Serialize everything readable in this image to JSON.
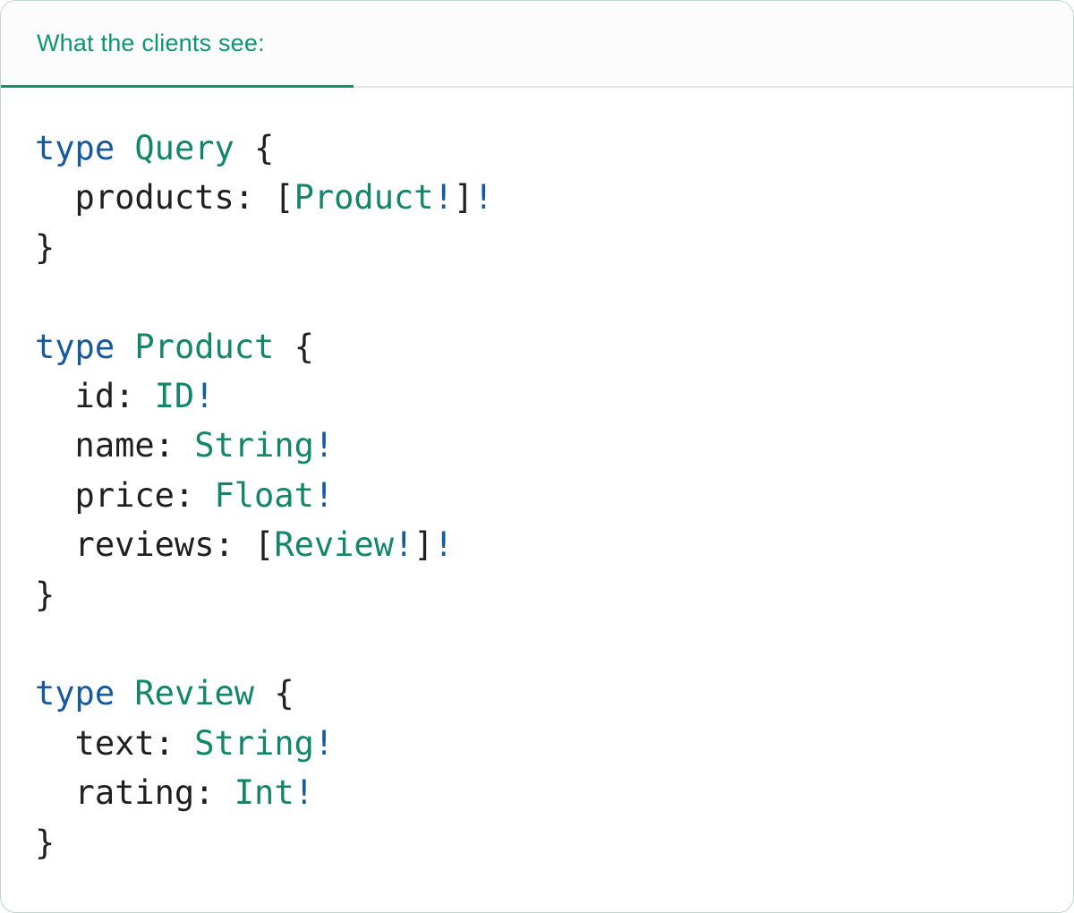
{
  "tabs": {
    "active_tab": {
      "label": "What the clients see:"
    }
  },
  "colors": {
    "tab_text": "#0f9573",
    "tab_underline": "#12916e",
    "tabbar_divider": "#e4e4e4",
    "tabbar_bg": "#fcfcfc",
    "code_text": "#1f1f1f",
    "keyword_blue": "#15599e",
    "type_green": "#11866b",
    "bang_blue": "#15599e",
    "card_border": "#b9d8c9",
    "card_bg": "#ffffff"
  },
  "code": {
    "lines": [
      [
        [
          "keyword",
          "type"
        ],
        [
          "plain",
          " "
        ],
        [
          "type",
          "Query"
        ],
        [
          "plain",
          " {"
        ]
      ],
      [
        [
          "plain",
          "  products: ["
        ],
        [
          "type",
          "Product"
        ],
        [
          "bang",
          "!"
        ],
        [
          "plain",
          "]"
        ],
        [
          "bang",
          "!"
        ]
      ],
      [
        [
          "plain",
          "}"
        ]
      ],
      [],
      [
        [
          "keyword",
          "type"
        ],
        [
          "plain",
          " "
        ],
        [
          "type",
          "Product"
        ],
        [
          "plain",
          " {"
        ]
      ],
      [
        [
          "plain",
          "  id: "
        ],
        [
          "type",
          "ID"
        ],
        [
          "bang",
          "!"
        ]
      ],
      [
        [
          "plain",
          "  name: "
        ],
        [
          "type",
          "String"
        ],
        [
          "bang",
          "!"
        ]
      ],
      [
        [
          "plain",
          "  price: "
        ],
        [
          "type",
          "Float"
        ],
        [
          "bang",
          "!"
        ]
      ],
      [
        [
          "plain",
          "  reviews: ["
        ],
        [
          "type",
          "Review"
        ],
        [
          "bang",
          "!"
        ],
        [
          "plain",
          "]"
        ],
        [
          "bang",
          "!"
        ]
      ],
      [
        [
          "plain",
          "}"
        ]
      ],
      [],
      [
        [
          "keyword",
          "type"
        ],
        [
          "plain",
          " "
        ],
        [
          "type",
          "Review"
        ],
        [
          "plain",
          " {"
        ]
      ],
      [
        [
          "plain",
          "  text: "
        ],
        [
          "type",
          "String"
        ],
        [
          "bang",
          "!"
        ]
      ],
      [
        [
          "plain",
          "  rating: "
        ],
        [
          "type",
          "Int"
        ],
        [
          "bang",
          "!"
        ]
      ],
      [
        [
          "plain",
          "}"
        ]
      ]
    ]
  }
}
